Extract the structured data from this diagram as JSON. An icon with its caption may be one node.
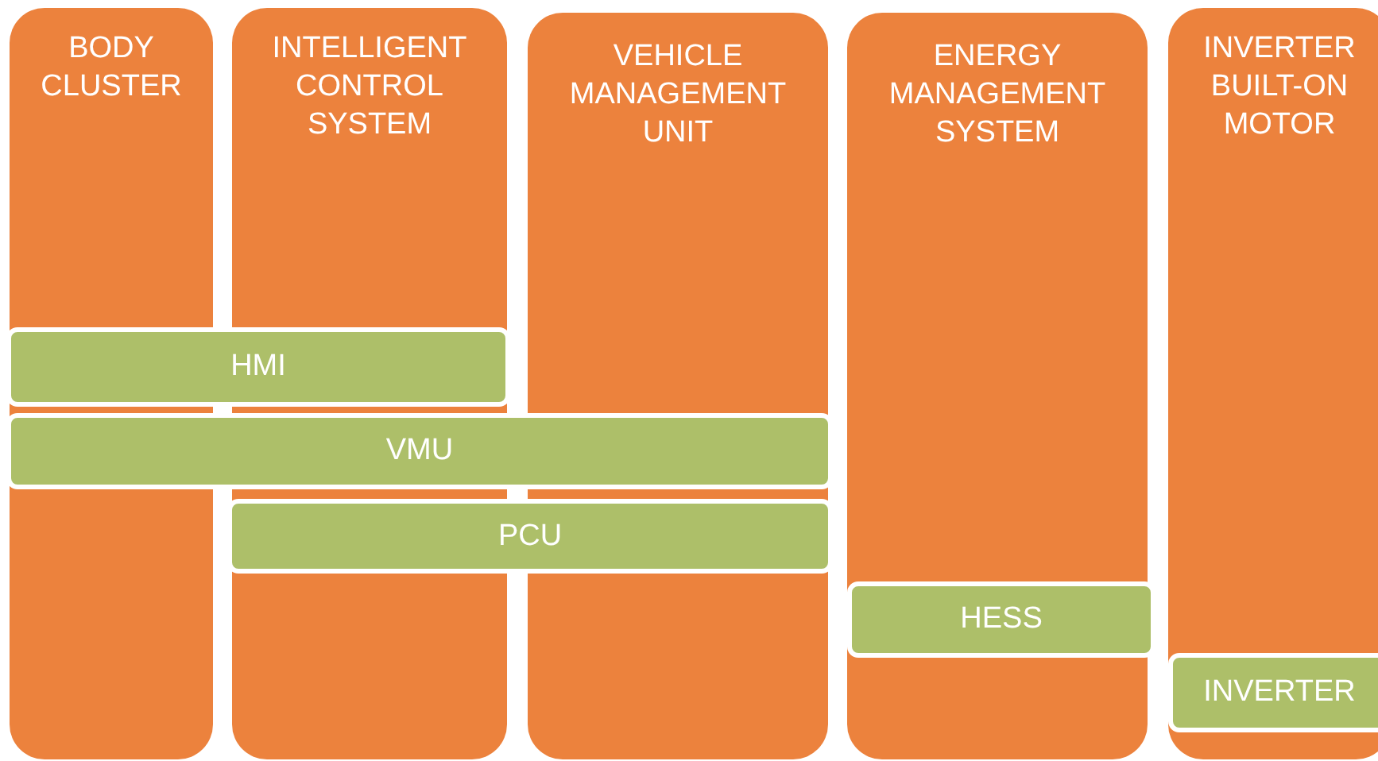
{
  "diagram": {
    "nodes": [
      {
        "text": [
          "BODY CLUSTER"
        ]
      },
      {
        "text": [
          "INTELLIGENT CONTROL SYSTEM"
        ]
      },
      {
        "text": [
          "VEHICLE MANAGEMENT UNIT"
        ]
      },
      {
        "text": [
          "ENERGY MANAGEMENT SYSTEM"
        ]
      },
      {
        "text": [
          "INVERTER BUILT-ON MOTOR"
        ]
      },
      {
        "text": [
          "HMI"
        ]
      },
      {
        "text": [
          "VMU"
        ]
      },
      {
        "text": [
          "PCU"
        ]
      },
      {
        "text": [
          "HESS"
        ],
        "in": 3
      },
      {
        "text": [
          "INVERTER"
        ],
        "in": 4
      }
    ]
  }
}
